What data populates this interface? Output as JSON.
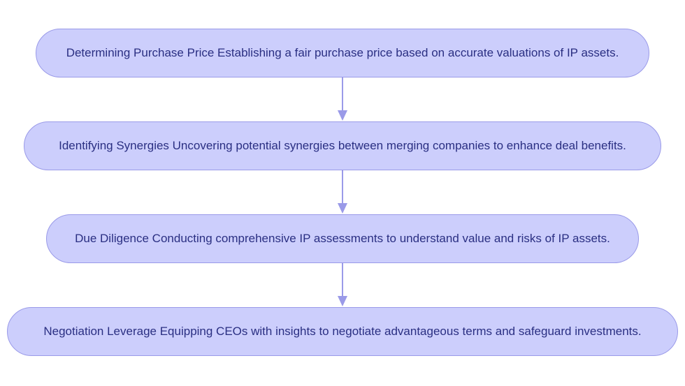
{
  "flowchart": {
    "nodes": [
      {
        "text": "Determining Purchase Price Establishing a fair purchase price based on accurate valuations of IP assets."
      },
      {
        "text": "Identifying Synergies Uncovering potential synergies between merging companies to enhance deal benefits."
      },
      {
        "text": "Due Diligence Conducting comprehensive IP assessments to understand value and risks of IP assets."
      },
      {
        "text": "Negotiation Leverage Equipping CEOs with insights to negotiate advantageous terms and safeguard investments."
      }
    ],
    "colors": {
      "node_fill": "#cccefc",
      "node_border": "#9a9ae8",
      "node_text": "#2a2f82",
      "arrow": "#9a9ae8"
    }
  }
}
